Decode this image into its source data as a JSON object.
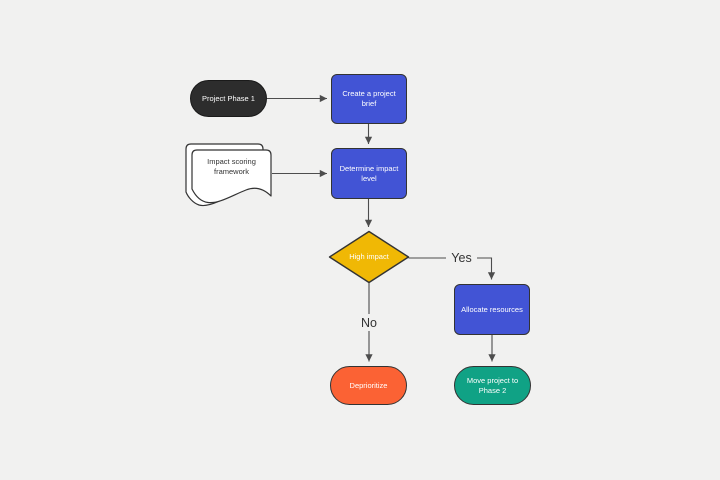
{
  "canvas": {
    "background": "#f1f1f0"
  },
  "colors": {
    "shape_border": "#333333",
    "connector": "#4d4d4d",
    "node_text": "#ffffff",
    "edge_label_text": "#333333",
    "blue": "#4254d5",
    "yellow": "#f0b805",
    "orange": "#fb6234",
    "green": "#10a285",
    "dark": "#2d2d2d",
    "document_fill": "#ffffff"
  },
  "nodes": {
    "start": {
      "label": "Project Phase 1",
      "shape": "terminator",
      "fill": "#2d2d2d"
    },
    "create_brief": {
      "label": "Create a project brief",
      "shape": "process",
      "fill": "#4254d5"
    },
    "impact_framework": {
      "label": "Impact scoring framework",
      "shape": "multiple-documents",
      "fill": "#ffffff"
    },
    "determine_impact": {
      "label": "Determine impact level",
      "shape": "process",
      "fill": "#4254d5"
    },
    "high_impact": {
      "label": "High impact",
      "shape": "decision",
      "fill": "#f0b805"
    },
    "allocate_resources": {
      "label": "Allocate resources",
      "shape": "process",
      "fill": "#4254d5"
    },
    "deprioritize": {
      "label": "Deprioritize",
      "shape": "terminator",
      "fill": "#fb6234"
    },
    "move_phase2": {
      "label": "Move project to Phase 2",
      "shape": "terminator",
      "fill": "#10a285"
    }
  },
  "edge_labels": {
    "yes": "Yes",
    "no": "No"
  }
}
